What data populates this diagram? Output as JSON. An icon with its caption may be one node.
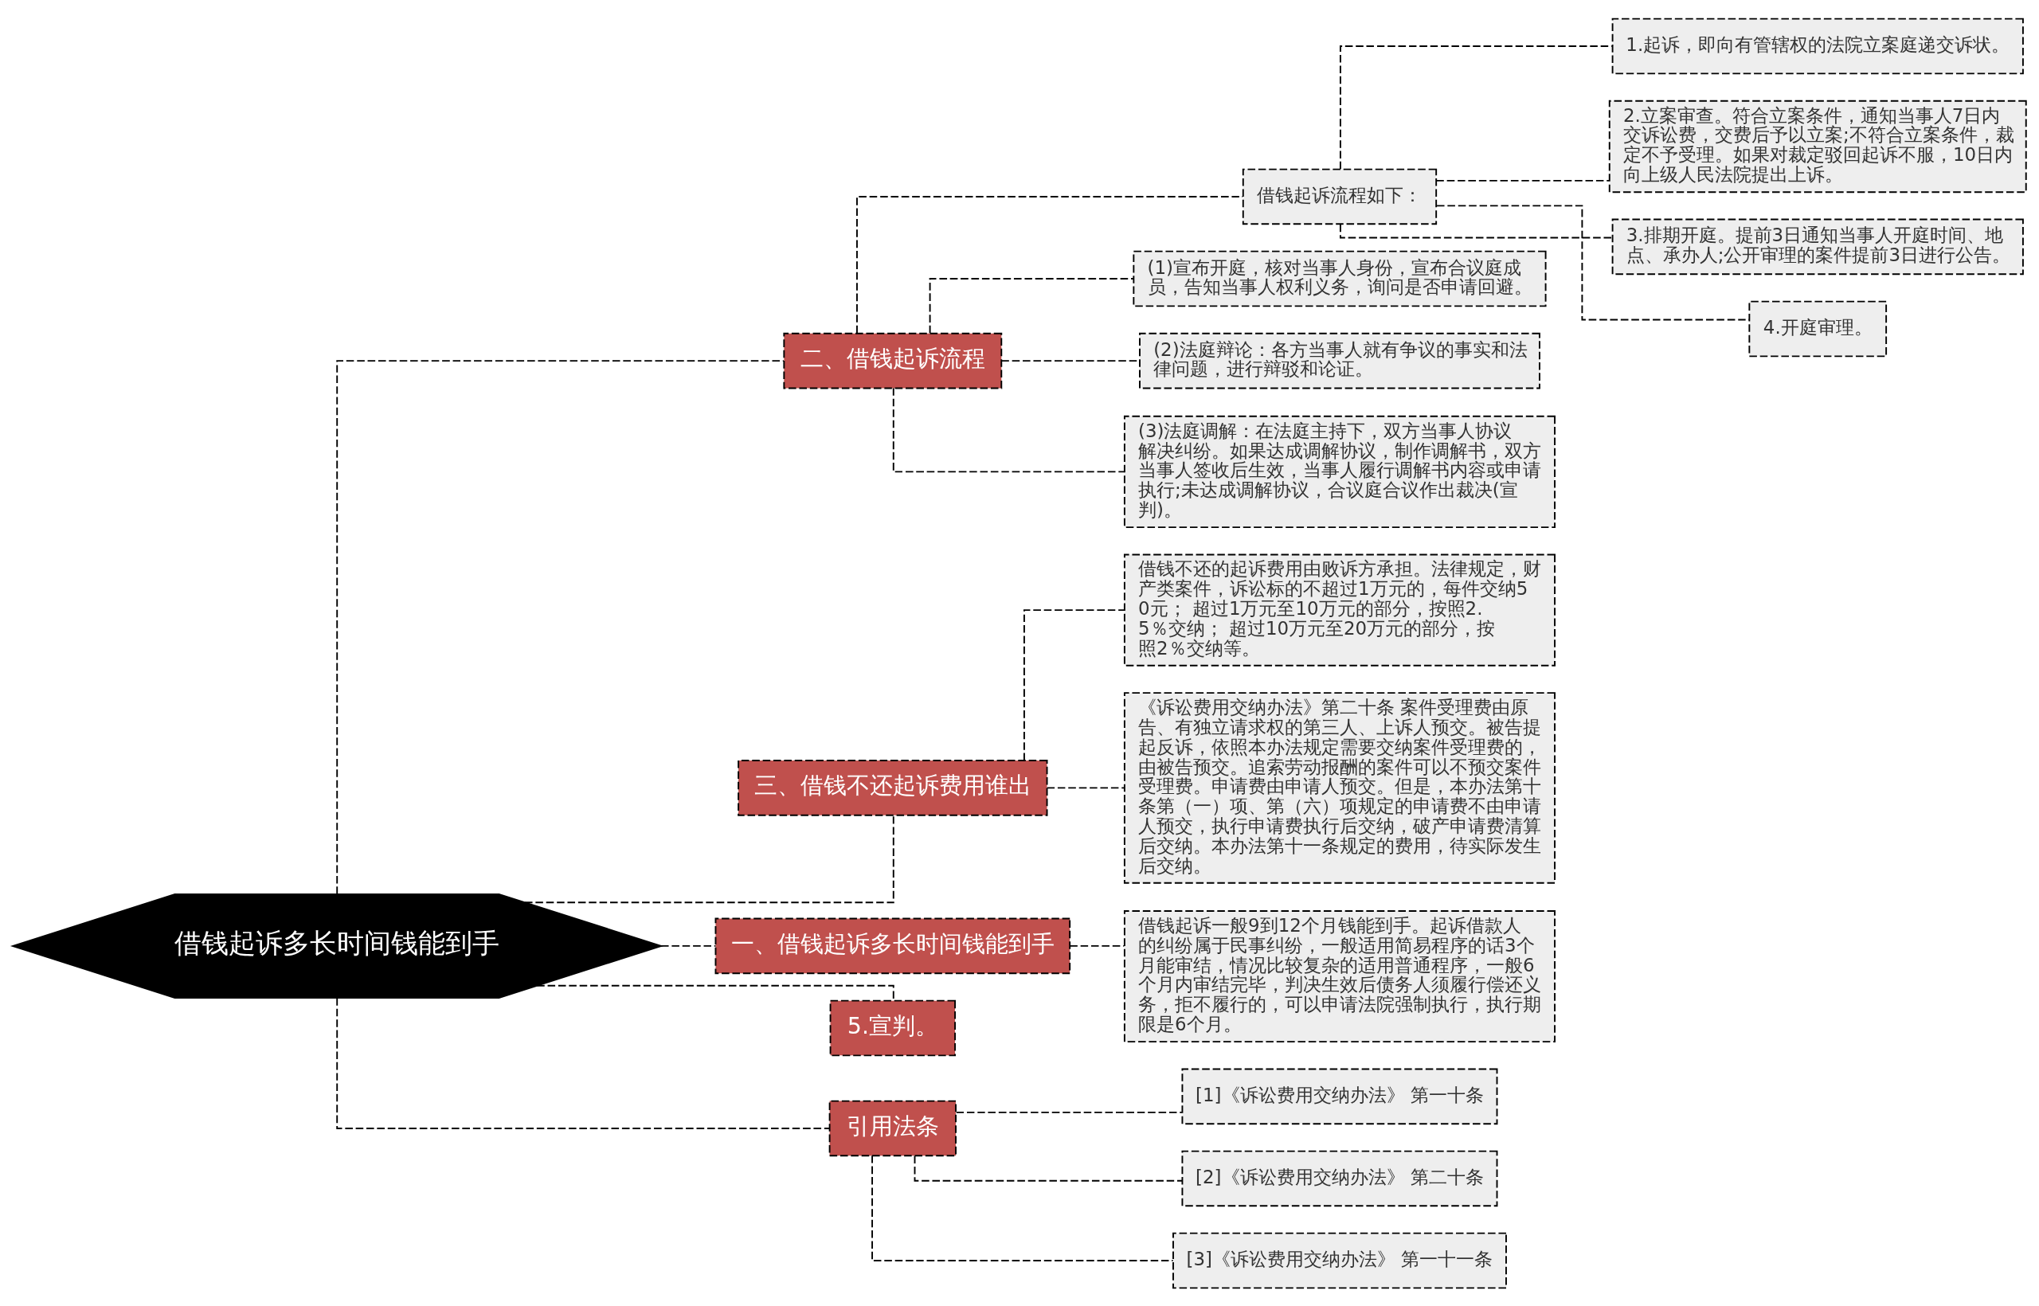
{
  "diagram": {
    "nodes": [
      {
        "text": [
          "借钱起诉多长时间钱能到手"
        ]
      },
      {
        "text": [
          "二、借钱起诉流程"
        ]
      },
      {
        "text": [
          "借钱起诉流程如下："
        ]
      },
      {
        "text": [
          "1.起诉，即向有管辖权的法院立案庭递交诉状。"
        ]
      },
      {
        "text": [
          "2.立案审查。符合立案条件，通知当事人7日内交诉讼费，交费后予以立案;不符合立案条件，裁定不予受理。如果对裁定驳回起诉不服，10日内向上级人民法院提出上诉。"
        ]
      },
      {
        "text": [
          "3.排期开庭。提前3日通知当事人开庭时间、地点、承办人;公开审理的案件提前3日进行公告。"
        ]
      },
      {
        "text": [
          "4.开庭审理。"
        ]
      },
      {
        "text": [
          "(1)宣布开庭，核对当事人身份，宣布合议庭成员，告知当事人权利义务，询问是否申请回避。"
        ]
      },
      {
        "text": [
          "(2)法庭辩论：各方当事人就有争议的事实和法律问题，进行辩驳和论证。"
        ]
      },
      {
        "text": [
          "(3)法庭调解：在法庭主持下，双方当事人协议解决纠纷。如果达成调解协议，制作调解书，双方当事人签收后生效，当事人履行调解书内容或申请执行;未达成调解协议，合议庭合议作出裁决(宣判)。"
        ]
      },
      {
        "text": [
          "三、借钱不还起诉费用谁出"
        ]
      },
      {
        "text": [
          "借钱不还的起诉费用由败诉方承担。法律规定，财产类案件，诉讼标的不超过1万元的，每件交纳50元； 超过1万元至10万元的部分，按照2.5％交纳； 超过10万元至20万元的部分，按照2％交纳等。"
        ]
      },
      {
        "text": [
          "《诉讼费用交纳办法》第二十条 案件受理费由原告、有独立请求权的第三人、上诉人预交。被告提起反诉，依照本办法规定需要交纳案件受理费的，由被告预交。追索劳动报酬的案件可以不预交案件受理费。申请费由申请人预交。但是，本办法第十条第（一）项、第（六）项规定的申请费不由申请人预交，执行申请费执行后交纳，破产申请费清算后交纳。本办法第十一条规定的费用，待实际发生后交纳。"
        ]
      },
      {
        "text": [
          "一、借钱起诉多长时间钱能到手"
        ]
      },
      {
        "text": [
          "借钱起诉一般9到12个月钱能到手。起诉借款人的纠纷属于民事纠纷，一般适用简易程序的话3个月能审结，情况比较复杂的适用普通程序，一般6个月内审结完毕，判决生效后债务人须履行偿还义务，拒不履行的，可以申请法院强制执行，执行期限是6个月。"
        ]
      },
      {
        "text": [
          "5.宣判。"
        ]
      },
      {
        "text": [
          "引用法条"
        ]
      },
      {
        "text": [
          "[1]《诉讼费用交纳办法》 第一十条"
        ]
      },
      {
        "text": [
          "[2]《诉讼费用交纳办法》 第二十条"
        ]
      },
      {
        "text": [
          "[3]《诉讼费用交纳办法》 第一十一条"
        ]
      }
    ],
    "edges": [
      {
        "from": 0,
        "to": 1,
        "arrow": "none",
        "style": "dashed"
      },
      {
        "from": 1,
        "to": 2,
        "arrow": "none",
        "style": "dashed"
      },
      {
        "from": 2,
        "to": 3,
        "arrow": "none",
        "style": "dashed"
      },
      {
        "from": 2,
        "to": 4,
        "arrow": "none",
        "style": "dashed"
      },
      {
        "from": 2,
        "to": 5,
        "arrow": "none",
        "style": "dashed"
      },
      {
        "from": 2,
        "to": 6,
        "arrow": "none",
        "style": "dashed"
      },
      {
        "from": 1,
        "to": 7,
        "arrow": "none",
        "style": "dashed"
      },
      {
        "from": 1,
        "to": 8,
        "arrow": "none",
        "style": "dashed"
      },
      {
        "from": 1,
        "to": 9,
        "arrow": "none",
        "style": "dashed"
      },
      {
        "from": 0,
        "to": 10,
        "arrow": "none",
        "style": "dashed"
      },
      {
        "from": 10,
        "to": 11,
        "arrow": "none",
        "style": "dashed"
      },
      {
        "from": 10,
        "to": 12,
        "arrow": "none",
        "style": "dashed"
      },
      {
        "from": 0,
        "to": 13,
        "arrow": "none",
        "style": "dashed"
      },
      {
        "from": 13,
        "to": 14,
        "arrow": "none",
        "style": "dashed"
      },
      {
        "from": 0,
        "to": 15,
        "arrow": "none",
        "style": "dashed"
      },
      {
        "from": 0,
        "to": 16,
        "arrow": "none",
        "style": "dashed"
      },
      {
        "from": 16,
        "to": 17,
        "arrow": "none",
        "style": "dashed"
      },
      {
        "from": 16,
        "to": 18,
        "arrow": "none",
        "style": "dashed"
      },
      {
        "from": 16,
        "to": 19,
        "arrow": "none",
        "style": "dashed"
      }
    ]
  }
}
